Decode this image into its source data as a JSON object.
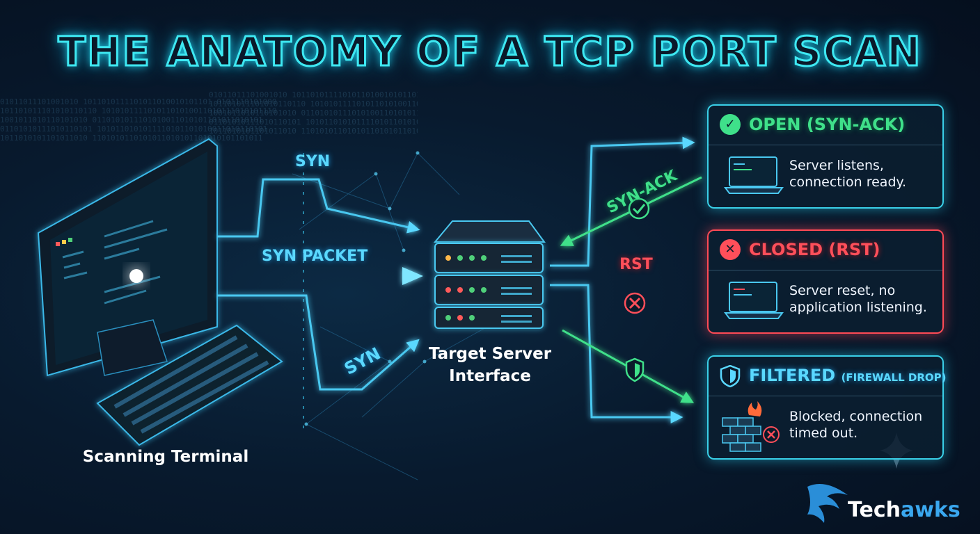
{
  "title": "THE ANATOMY OF A TCP PORT SCAN",
  "binary_text": "01011011101001010 1011010111101011010010101101 0101110101000\n101101011101010110110 10101011110101101010011010111010101110\n1001011010110101010 0110101011101010011010101101011010101\n01101010111010110101 1010110101011110101101010011010110101\n1011010101101011010 1101010110101011010101101010101101011",
  "left_node": {
    "caption": "Scanning Terminal"
  },
  "center_node": {
    "caption_line1": "Target Server",
    "caption_line2": "Interface"
  },
  "arrows": {
    "syn_top": "SYN",
    "syn_packet": "SYN PACKET",
    "syn_bottom": "SYN",
    "syn_ack": "SYN-ACK",
    "rst": "RST"
  },
  "results": [
    {
      "status": "OPEN (SYN-ACK)",
      "status_sub": "",
      "badge_icon": "check-icon",
      "badge_glyph": "✓",
      "desc": "Server listens,\nconnection ready.",
      "color": "#3fe08a"
    },
    {
      "status": "CLOSED (RST)",
      "status_sub": "",
      "badge_icon": "x-icon",
      "badge_glyph": "✕",
      "desc": "Server reset, no\napplication listening.",
      "color": "#ff4f5a"
    },
    {
      "status": "FILTERED",
      "status_sub": "(FIREWALL DROP)",
      "badge_icon": "shield-icon",
      "badge_glyph": "",
      "desc": "Blocked, connection\ntimed out.",
      "color": "#5ad8ff"
    }
  ],
  "brand": {
    "prefix": "Tech",
    "suffix": "awks"
  },
  "colors": {
    "accent_cyan": "#3ee8f2",
    "open_green": "#3fe08a",
    "closed_red": "#ff4f5a",
    "filtered_blue": "#5ad8ff"
  }
}
